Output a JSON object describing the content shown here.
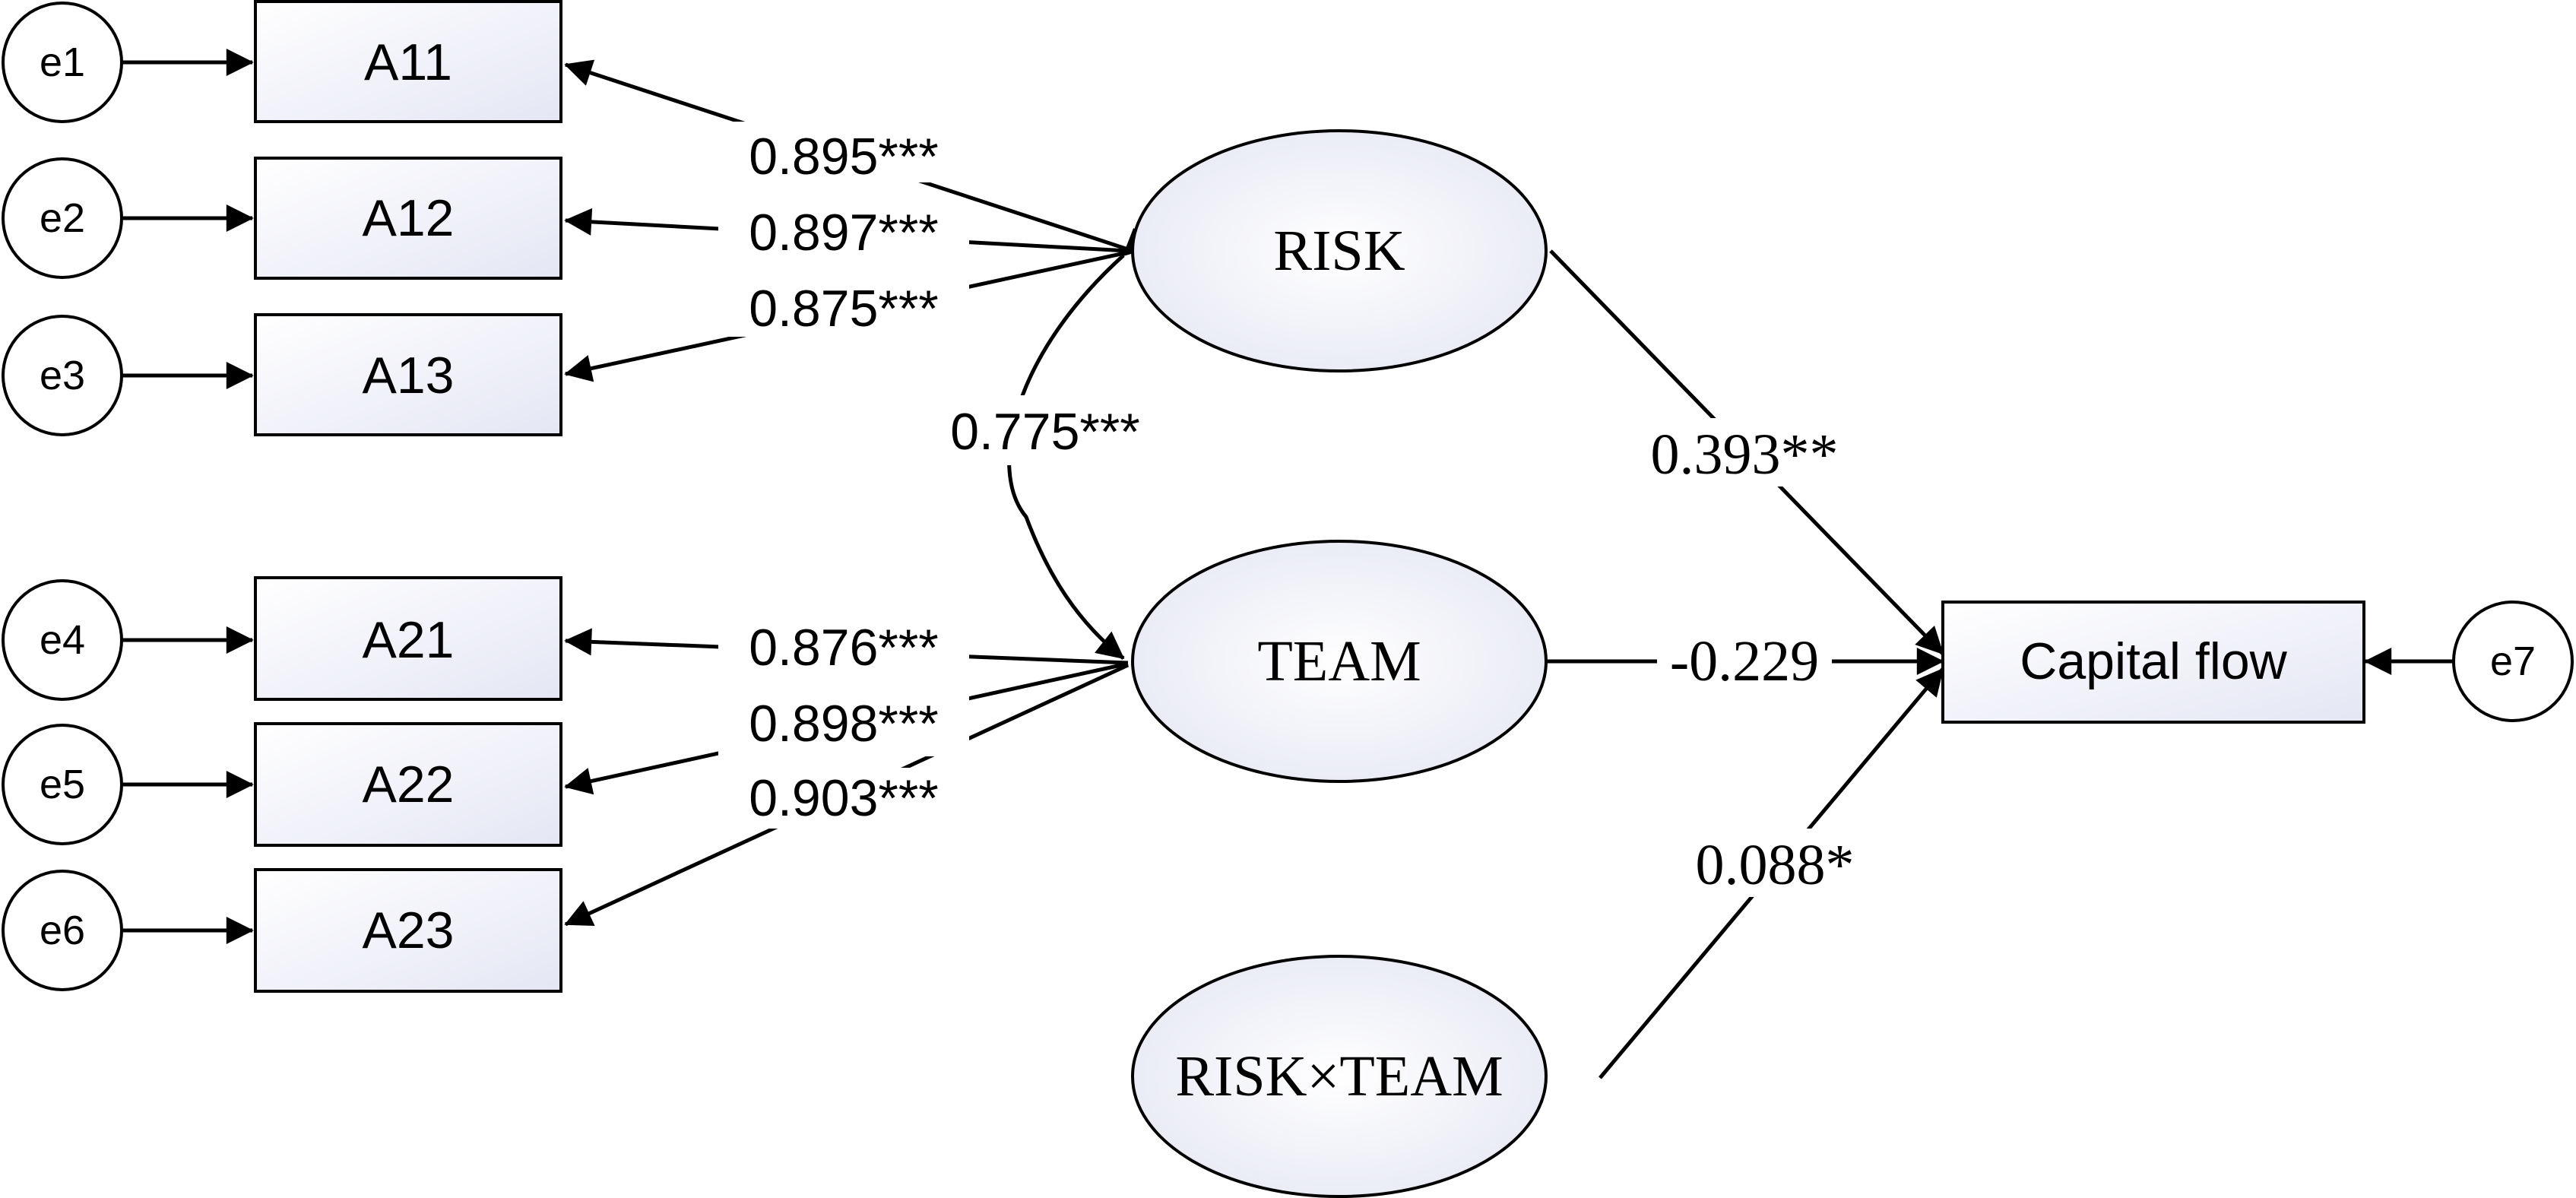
{
  "errors": {
    "e1": "e1",
    "e2": "e2",
    "e3": "e3",
    "e4": "e4",
    "e5": "e5",
    "e6": "e6",
    "e7": "e7"
  },
  "indicators": {
    "a11": "A11",
    "a12": "A12",
    "a13": "A13",
    "a21": "A21",
    "a22": "A22",
    "a23": "A23"
  },
  "latents": {
    "risk": "RISK",
    "team": "TEAM",
    "interaction": "RISK×TEAM"
  },
  "outcome": "Capital flow",
  "loadings": {
    "risk_a11": "0.895***",
    "risk_a12": "0.897***",
    "risk_a13": "0.875***",
    "team_a21": "0.876***",
    "team_a22": "0.898***",
    "team_a23": "0.903***"
  },
  "covariance": {
    "risk_team": "0.775***"
  },
  "paths": {
    "risk_capital": "0.393**",
    "team_capital": "-0.229",
    "interaction_capital": "0.088*"
  },
  "colors": {
    "stroke": "#000000",
    "box_fill_start": "#ffffff",
    "box_fill_end": "#e4e6f4"
  }
}
